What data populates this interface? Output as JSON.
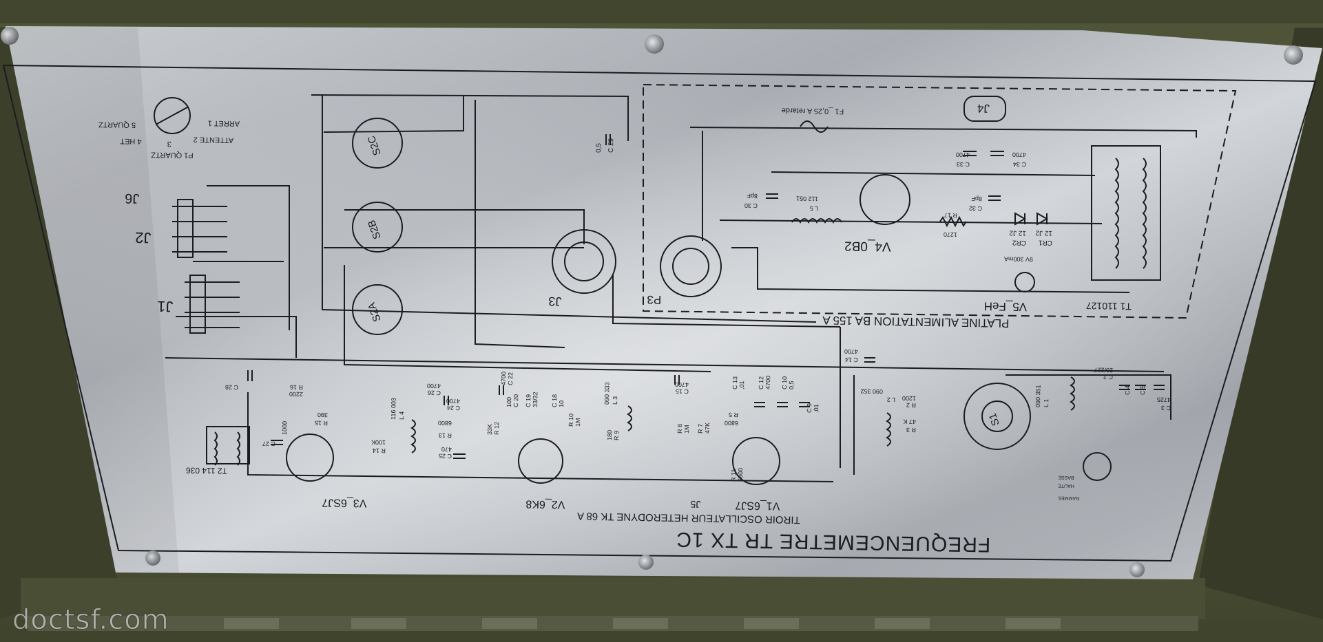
{
  "plate": {
    "title": "FREQUENCEMETRE  TR  TX  1C",
    "subtitle": "TIROIR OSCILLATEUR HETERODYNE TK 68 A",
    "power_block_label": "PLATINE ALIMENTATION BA 155 A"
  },
  "tubes": [
    "V1_6SJ7",
    "V2_6K8",
    "V3_6SJ7",
    "V4_0B2",
    "V5_FeH"
  ],
  "tube_labels": {
    "v1": "V1_6SJ7",
    "v2": "V2_6K8",
    "v3": "V3_6SJ7",
    "v4": "V4_0B2",
    "v5": "V5_FeH"
  },
  "connectors": {
    "j1": "J1",
    "j2": "J2",
    "j3": "J3",
    "j4": "J4",
    "j5": "J5",
    "j6": "J6",
    "p3": "P3"
  },
  "switches": {
    "s2a": "S2A",
    "s2b": "S2B",
    "s2c": "S2C",
    "s1": "S1"
  },
  "transformers": {
    "t1": "T1 110127",
    "t2": "T2 114 036"
  },
  "components": {
    "c29": "C 29",
    "c29v": "0,5",
    "f1": "F1 _0,25 A retarde",
    "c33": "C 33",
    "c33v": "4700",
    "c34": "C 34",
    "c34v": "4700",
    "c30": "C 30",
    "c30v": "8pF",
    "c32": "C 32",
    "c32v": "8pF",
    "l5": "L 5",
    "l5v": "112 051",
    "r17": "R 17",
    "r17v": "1270",
    "cr1": "CR1",
    "cr1v": "12 J2",
    "cr2": "CR2",
    "cr2v": "12 J2",
    "lamp": "9V 300mA",
    "c28": "C 28",
    "c27": "C 27",
    "c27v": "1000",
    "r15": "R 15",
    "r15v": "390",
    "r16": "R 16",
    "r16v": "2200",
    "r14": "R 14",
    "r14v": "100K",
    "l4": "L 4",
    "l4v": "116 003",
    "c26": "C 26",
    "c26v": "4700",
    "c24": "C 24",
    "c24v": "4700",
    "r13": "R 13",
    "r13v": "6800",
    "c25": "C 25",
    "c25v": "470",
    "c22": "C 22",
    "c22v": "4700",
    "r12": "R 12",
    "r12v": "33K",
    "c20": "C 20",
    "c20v": "100",
    "c19": "C 19",
    "c19v": "33/32",
    "c18": "C 18",
    "c18v": "10",
    "r10": "R 10",
    "r10v": "1M",
    "l3": "L 3",
    "l3v": "090 333",
    "r9": "R 9",
    "r9v": "180",
    "c15": "C 15",
    "c15v": "4700",
    "c13": "C 13",
    "c13v": ",01",
    "c12": "C 12",
    "c12v": "4700",
    "c10": "C 10",
    "c10v": "0,5",
    "c9": "C 9",
    "c9v": ",01",
    "r5": "R 5",
    "r5v": "6800",
    "r7": "R 7",
    "r7v": "47K",
    "r8": "R 8",
    "r8v": "1M",
    "c14": "C 14",
    "c14v": "4700",
    "l2": "L 2",
    "l2v": "090 352",
    "r2": "R 2",
    "r2v": "1200",
    "r3": "R 3",
    "r3v": "47 K",
    "l1": "L 1",
    "l1v": "090 351",
    "c2": "C 2",
    "c2v": "20/227",
    "c3": "C 3",
    "c3v": "4725",
    "c4": "C 4",
    "c5": "C 5",
    "r11": "R 11",
    "r11v": "6800"
  },
  "switch_labels": {
    "p1_quartz": "P1 QUARTZ",
    "arret": "ARRET 1",
    "attente": "ATTENTE 2",
    "het": "4 HET",
    "quartz5": "5 QUARTZ",
    "three": "3",
    "basse": "BASSE",
    "haute": "HAUTE",
    "gammes": "GAMMES"
  },
  "watermark": "doctsf.com",
  "colors": {
    "panel": "#5c6040",
    "plate": "#b8bcc2",
    "ink": "#1a1c1f",
    "screw": "#9ea2a6"
  }
}
